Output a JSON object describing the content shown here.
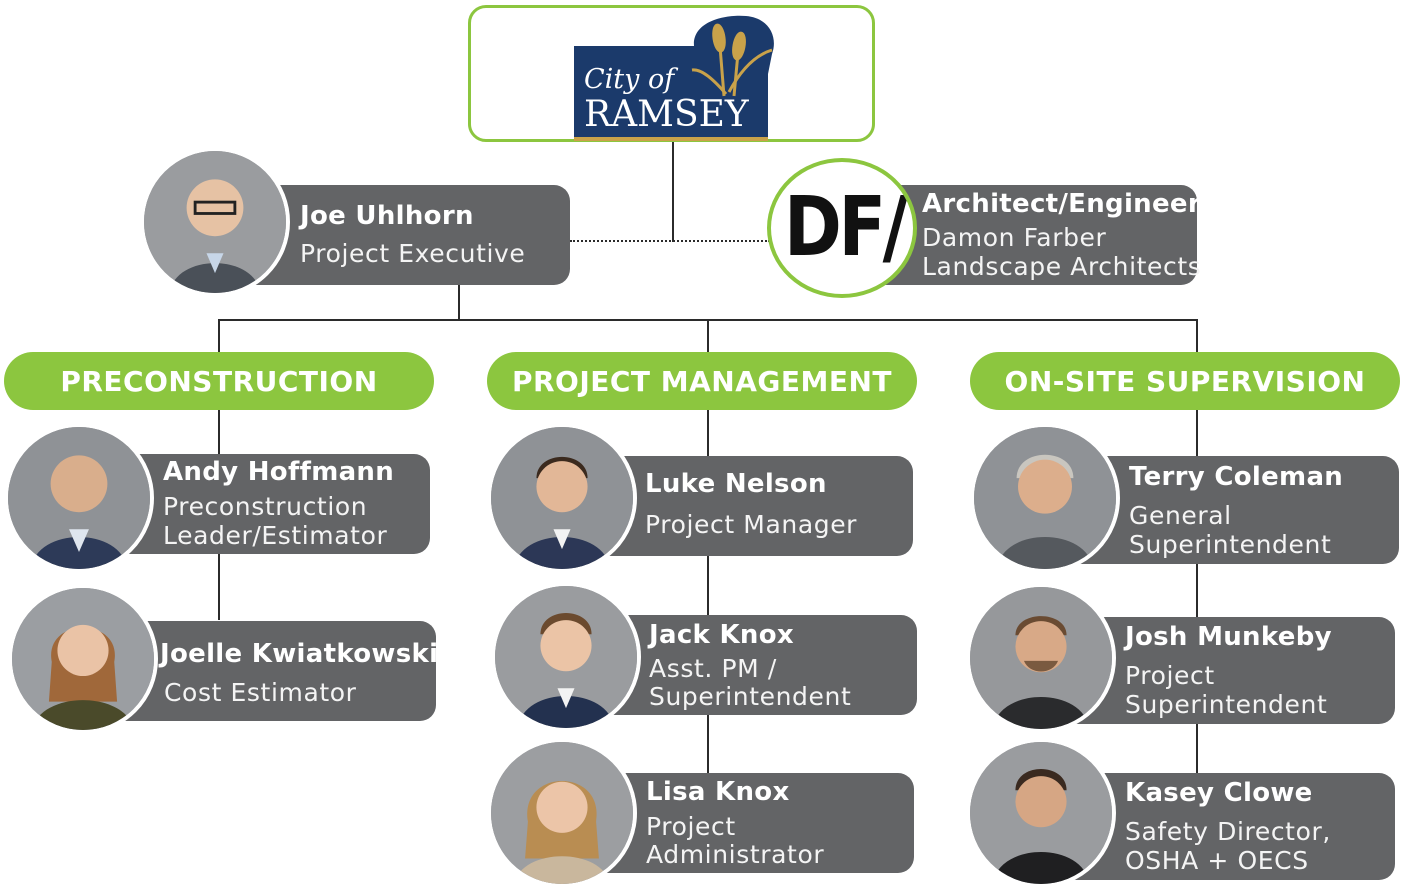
{
  "client": {
    "logo_line1": "City of",
    "logo_line2": "RAMSEY"
  },
  "executive": {
    "name": "Joe Uhlhorn",
    "role": "Project Executive"
  },
  "architect": {
    "logo_text": "DF/",
    "title": "Architect/Engineer",
    "line1": "Damon Farber",
    "line2": "Landscape Architects"
  },
  "departments": [
    {
      "label": "PRECONSTRUCTION",
      "members": [
        {
          "name": "Andy Hoffmann",
          "role_lines": [
            "Preconstruction",
            "Leader/Estimator"
          ]
        },
        {
          "name": "Joelle Kwiatkowski",
          "role_lines": [
            "Cost Estimator"
          ]
        }
      ]
    },
    {
      "label": "PROJECT MANAGEMENT",
      "members": [
        {
          "name": "Luke Nelson",
          "role_lines": [
            "Project Manager"
          ]
        },
        {
          "name": "Jack Knox",
          "role_lines": [
            "Asst. PM /",
            "Superintendent"
          ]
        },
        {
          "name": "Lisa Knox",
          "role_lines": [
            "Project",
            "Administrator"
          ]
        }
      ]
    },
    {
      "label": "ON-SITE SUPERVISION",
      "members": [
        {
          "name": "Terry Coleman",
          "role_lines": [
            "General",
            "Superintendent"
          ]
        },
        {
          "name": "Josh Munkeby",
          "role_lines": [
            "Project",
            "Superintendent"
          ]
        },
        {
          "name": "Kasey Clowe",
          "role_lines": [
            "Safety Director,",
            "OSHA + OECS"
          ]
        }
      ]
    }
  ],
  "colors": {
    "accent_green": "#8cc63f",
    "card_gray": "#636466",
    "logo_navy": "#1b3a6b",
    "logo_gold": "#c9a24a"
  }
}
